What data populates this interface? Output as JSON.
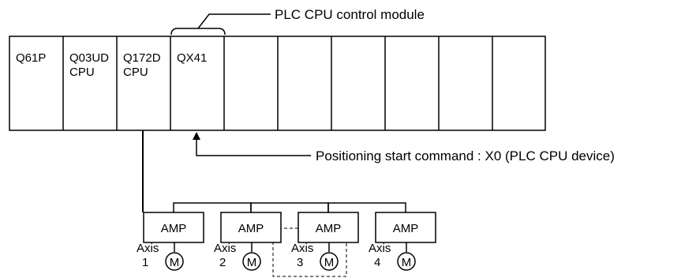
{
  "callouts": {
    "module": "PLC CPU control module",
    "command": "Positioning start command : X0 (PLC CPU device)"
  },
  "base_unit": {
    "slots": [
      {
        "line1": "Q61P",
        "line2": ""
      },
      {
        "line1": "Q03UD",
        "line2": "CPU"
      },
      {
        "line1": "Q172D",
        "line2": "CPU"
      },
      {
        "line1": "QX41",
        "line2": ""
      },
      {
        "line1": "",
        "line2": ""
      },
      {
        "line1": "",
        "line2": ""
      },
      {
        "line1": "",
        "line2": ""
      },
      {
        "line1": "",
        "line2": ""
      },
      {
        "line1": "",
        "line2": ""
      },
      {
        "line1": "",
        "line2": ""
      }
    ]
  },
  "amplifiers": [
    {
      "label": "AMP",
      "axis_text": "Axis",
      "axis_number": "1",
      "motor": "M"
    },
    {
      "label": "AMP",
      "axis_text": "Axis",
      "axis_number": "2",
      "motor": "M"
    },
    {
      "label": "AMP",
      "axis_text": "Axis",
      "axis_number": "3",
      "motor": "M"
    },
    {
      "label": "AMP",
      "axis_text": "Axis",
      "axis_number": "4",
      "motor": "M"
    }
  ]
}
